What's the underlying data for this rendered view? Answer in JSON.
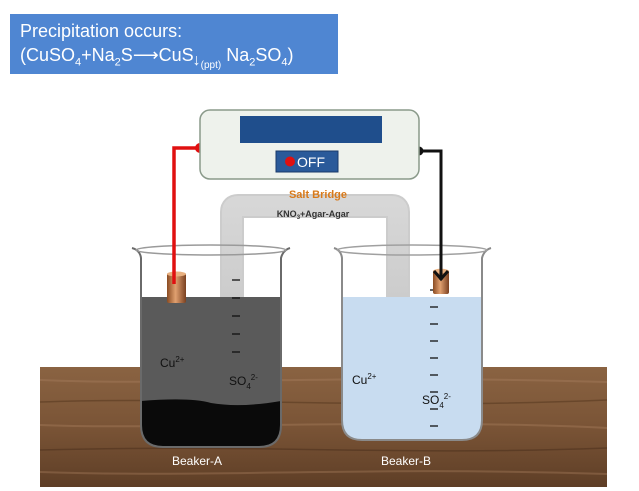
{
  "caption": {
    "title": "Precipitation occurs:",
    "equation": {
      "open": "(CuSO",
      "sub1": "4",
      "plus1": "+Na",
      "sub2": "2",
      "s": "S",
      "arrow": "⟶",
      "cus": "CuS",
      "down": "↓",
      "ppt": "(ppt)",
      "na": " Na",
      "sub3": "2",
      "so": "SO",
      "sub4": "4",
      "close": ")"
    }
  },
  "meter": {
    "button_label": "OFF",
    "state": "off",
    "colors": {
      "body": "#eef2ec",
      "display": "#1f4e8c",
      "led": "#e01010"
    }
  },
  "salt_bridge": {
    "title": "Salt Bridge",
    "composition_parts": [
      "KNO",
      "3",
      "+Agar-Agar"
    ],
    "title_color": "#d97a1a"
  },
  "beaker_a": {
    "label": "Beaker-A",
    "ion_cation": {
      "base": "Cu",
      "sup": "2+"
    },
    "ion_anion": {
      "base": "SO",
      "sub": "4",
      "sup": "2-"
    },
    "solution_color": "#555555",
    "precipitate_color": "#0a0a0a"
  },
  "beaker_b": {
    "label": "Beaker-B",
    "ion_cation": {
      "base": "Cu",
      "sup": "2+"
    },
    "ion_anion": {
      "base": "SO",
      "sub": "4",
      "sup": "2-"
    },
    "solution_color": "#c8dcf0"
  },
  "wires": {
    "positive_color": "#e01010",
    "negative_color": "#111111"
  }
}
